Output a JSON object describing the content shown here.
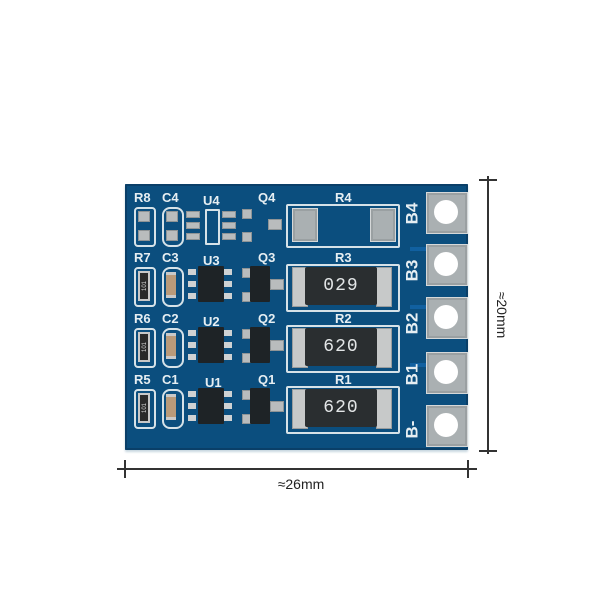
{
  "board": {
    "description": "3S/4S lithium battery balance board PCB",
    "color": "#0b4e7e",
    "labels": {
      "top_row": [
        "R8",
        "C4",
        "U4",
        "Q4",
        "R4"
      ],
      "row3": [
        "R7",
        "C3",
        "U3",
        "Q3",
        "R3"
      ],
      "row2": [
        "R6",
        "C2",
        "U2",
        "Q2",
        "R2"
      ],
      "row1": [
        "R5",
        "C1",
        "U1",
        "Q1",
        "R1"
      ]
    },
    "terminals": [
      "B4",
      "B3",
      "B2",
      "B1",
      "B-"
    ],
    "resistor_codes": {
      "R3": "029",
      "R2": "620",
      "R1": "620",
      "R7": "101",
      "R6": "101",
      "R5": "101"
    }
  },
  "dimensions": {
    "height": "≈20mm",
    "width": "≈26mm"
  }
}
